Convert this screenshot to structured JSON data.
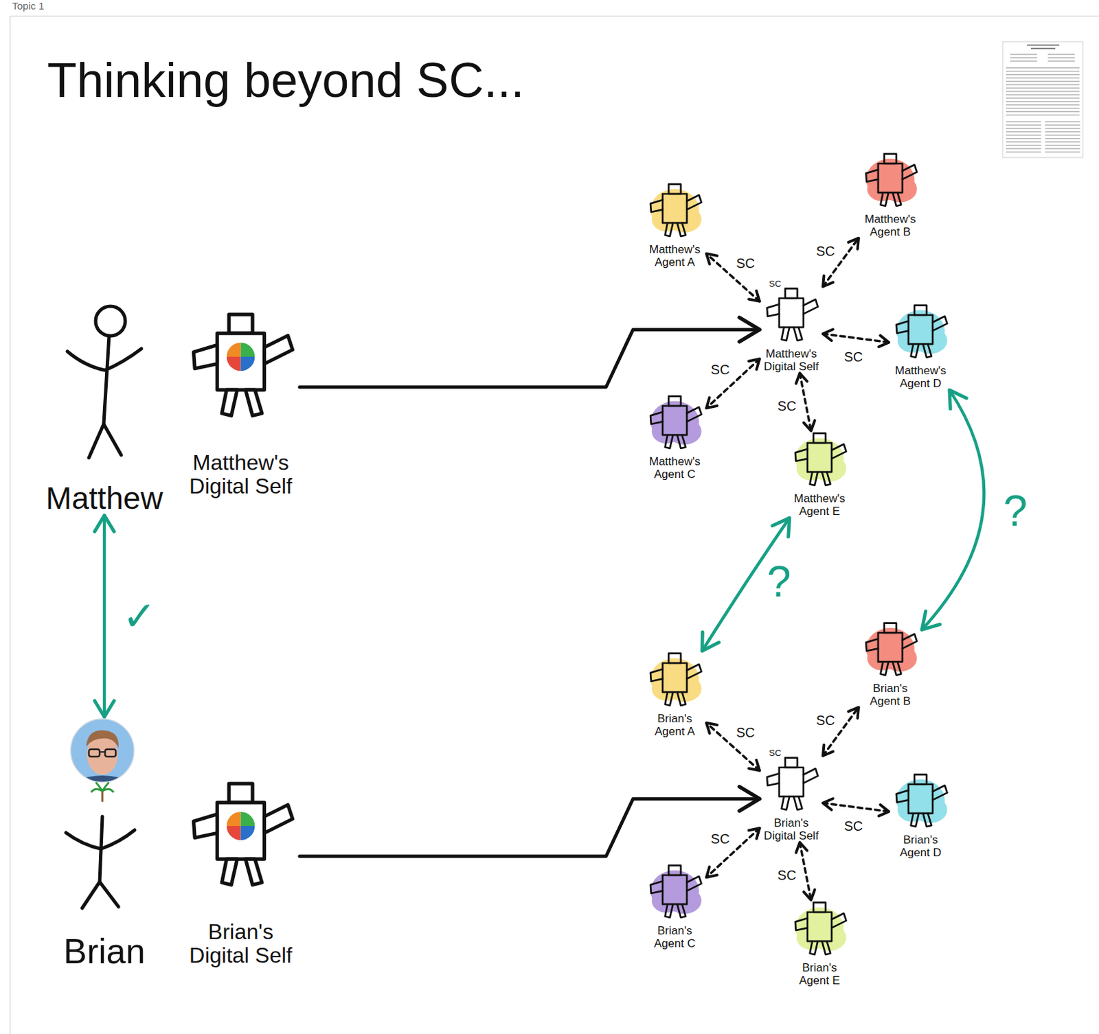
{
  "diagram": {
    "title": "Thinking beyond SC...",
    "nodes": [
      {
        "text": [
          "Matthew"
        ]
      },
      {
        "text": [
          "Matthew's Digital Self"
        ]
      },
      {
        "text": [
          "Matthew's Agent A"
        ]
      },
      {
        "text": [
          "Matthew's Agent B"
        ]
      },
      {
        "text": [
          "Matthew's Digital Self"
        ]
      },
      {
        "text": [
          "Matthew's Agent C"
        ]
      },
      {
        "text": [
          "Matthew's Agent D"
        ]
      },
      {
        "text": [
          "Matthew's Agent E"
        ]
      },
      {
        "text": [
          "Brian"
        ]
      },
      {
        "text": [
          "Brian's Digital Self"
        ]
      },
      {
        "text": [
          "Brian's Agent A"
        ]
      },
      {
        "text": [
          "Brian's Agent B"
        ]
      },
      {
        "text": [
          "Brian's Digital Self"
        ]
      },
      {
        "text": [
          "Brian's Agent C"
        ]
      },
      {
        "text": [
          "Brian's Agent D"
        ]
      },
      {
        "text": [
          "Brian's Agent E"
        ]
      }
    ],
    "edges": [
      {
        "from": 0,
        "to": 8,
        "arrow": "both",
        "label": "✓"
      },
      {
        "from": 1,
        "to": 4,
        "arrow": "to"
      },
      {
        "from": 4,
        "to": 2,
        "arrow": "both",
        "label": "SC"
      },
      {
        "from": 4,
        "to": 3,
        "arrow": "both",
        "label": "SC"
      },
      {
        "from": 4,
        "to": 5,
        "arrow": "both",
        "label": "SC"
      },
      {
        "from": 4,
        "to": 6,
        "arrow": "both",
        "label": "SC"
      },
      {
        "from": 4,
        "to": 7,
        "arrow": "both",
        "label": "SC"
      },
      {
        "from": 9,
        "to": 12,
        "arrow": "to"
      },
      {
        "from": 12,
        "to": 10,
        "arrow": "both",
        "label": "SC"
      },
      {
        "from": 12,
        "to": 11,
        "arrow": "both",
        "label": "SC"
      },
      {
        "from": 12,
        "to": 13,
        "arrow": "both",
        "label": "SC"
      },
      {
        "from": 12,
        "to": 14,
        "arrow": "both",
        "label": "SC"
      },
      {
        "from": 12,
        "to": 15,
        "arrow": "both",
        "label": "SC"
      },
      {
        "from": 7,
        "to": 10,
        "arrow": "both",
        "label": "?"
      },
      {
        "from": 6,
        "to": 11,
        "arrow": "both",
        "label": "?"
      }
    ],
    "labels": [
      "Topic 1",
      "SC",
      "SC"
    ]
  }
}
